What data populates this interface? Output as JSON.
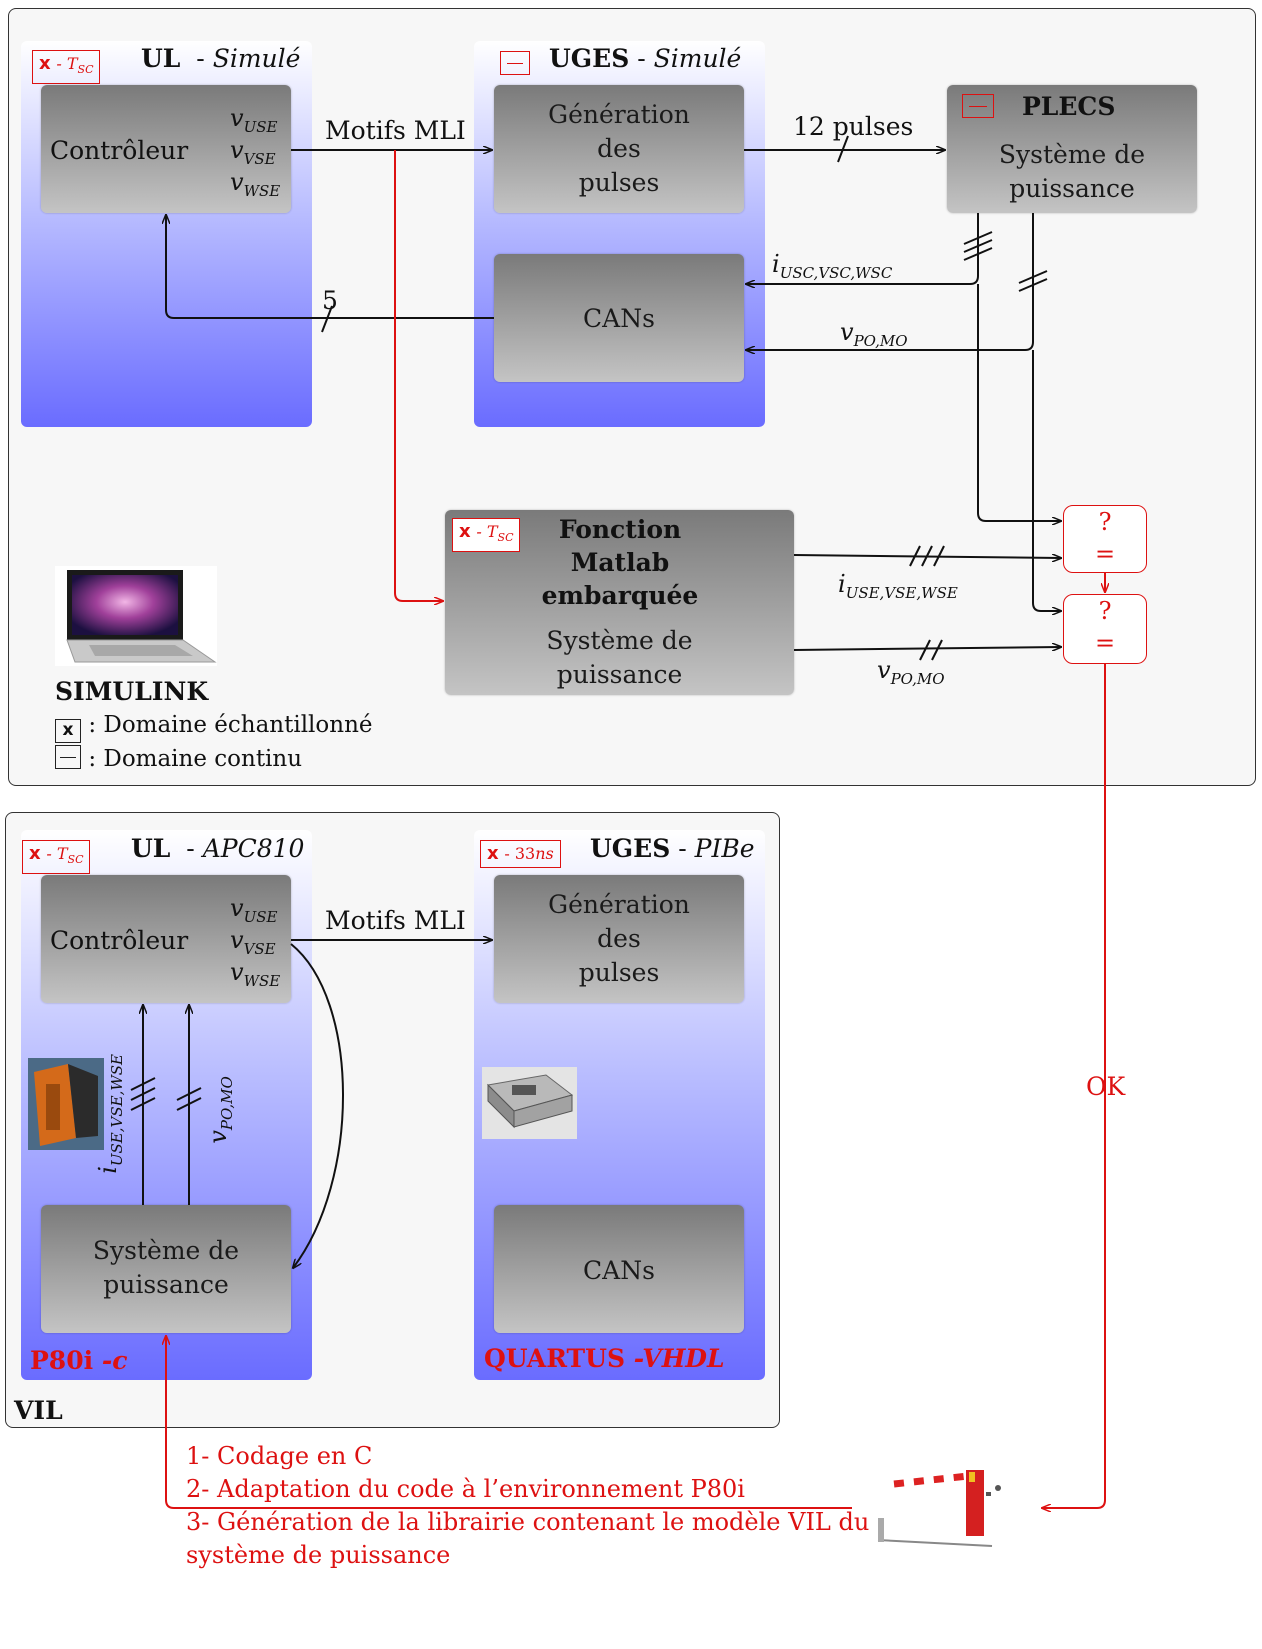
{
  "simulink": {
    "ul": {
      "tag_x": "x",
      "tag_sub": "- T",
      "tag_sub_idx": "SC",
      "title": "UL",
      "sep": "-",
      "mode": "Simulé",
      "controller": "Contrôleur",
      "v_use": "USE",
      "v_vse": "VSE",
      "v_wse": "WSE"
    },
    "uges": {
      "title": "UGES",
      "sep": "-",
      "mode": "Simulé",
      "gen_line1": "Génération",
      "gen_line2": "des",
      "gen_line3": "pulses",
      "cans": "CANs"
    },
    "plecs": {
      "title": "PLECS",
      "line1": "Système de",
      "line2": "puissance"
    },
    "fonction": {
      "tag_x": "x",
      "tag_sub": "- T",
      "tag_sub_idx": "SC",
      "line1": "Fonction",
      "line2": "Matlab",
      "line3": "embarquée",
      "sys1": "Système de",
      "sys2": "puissance"
    },
    "labels": {
      "motifs": "Motifs MLI",
      "pulses": "12 pulses",
      "five": "5",
      "i_sc": "USC,VSC,WSC",
      "v_pomo": "PO,MO",
      "i_se": "USE,VSE,WSE",
      "v_pomo2": "PO,MO"
    },
    "compare": {
      "q": "?",
      "eq": "="
    },
    "footer": {
      "name": "SIMULINK",
      "x": "x",
      "x_text": ": Domaine échantillonné",
      "c_text": ": Domaine continu"
    }
  },
  "vil": {
    "ul": {
      "tag_x": "x",
      "tag_sub": "- T",
      "tag_sub_idx": "SC",
      "title": "UL",
      "sep": "-",
      "mode": "APC810",
      "controller": "Contrôleur",
      "sys1": "Système de",
      "sys2": "puissance",
      "env_main": "P80i",
      "env_sub": "-c"
    },
    "uges": {
      "tag_x": "x",
      "tag_sub": "- 33",
      "tag_unit": "ns",
      "title": "UGES",
      "sep": "-",
      "mode": "PIBe",
      "gen_line1": "Génération",
      "gen_line2": "des",
      "gen_line3": "pulses",
      "cans": "CANs",
      "env_main": "QUARTUS",
      "env_sub": "-VHDL"
    },
    "labels": {
      "motifs": "Motifs MLI",
      "i_se": "USE,VSE,WSE",
      "v_pomo": "PO,MO"
    },
    "name": "VIL"
  },
  "ok": "OK",
  "steps": [
    "1- Codage en C",
    "2- Adaptation du code à l’environnement P80i",
    "3- Génération de la librairie contenant le modèle VIL du",
    "système de puissance"
  ],
  "colors": {
    "accent": "#dd1111",
    "column_bottom": "#6a6cff",
    "box_top": "#7a7a7a"
  }
}
